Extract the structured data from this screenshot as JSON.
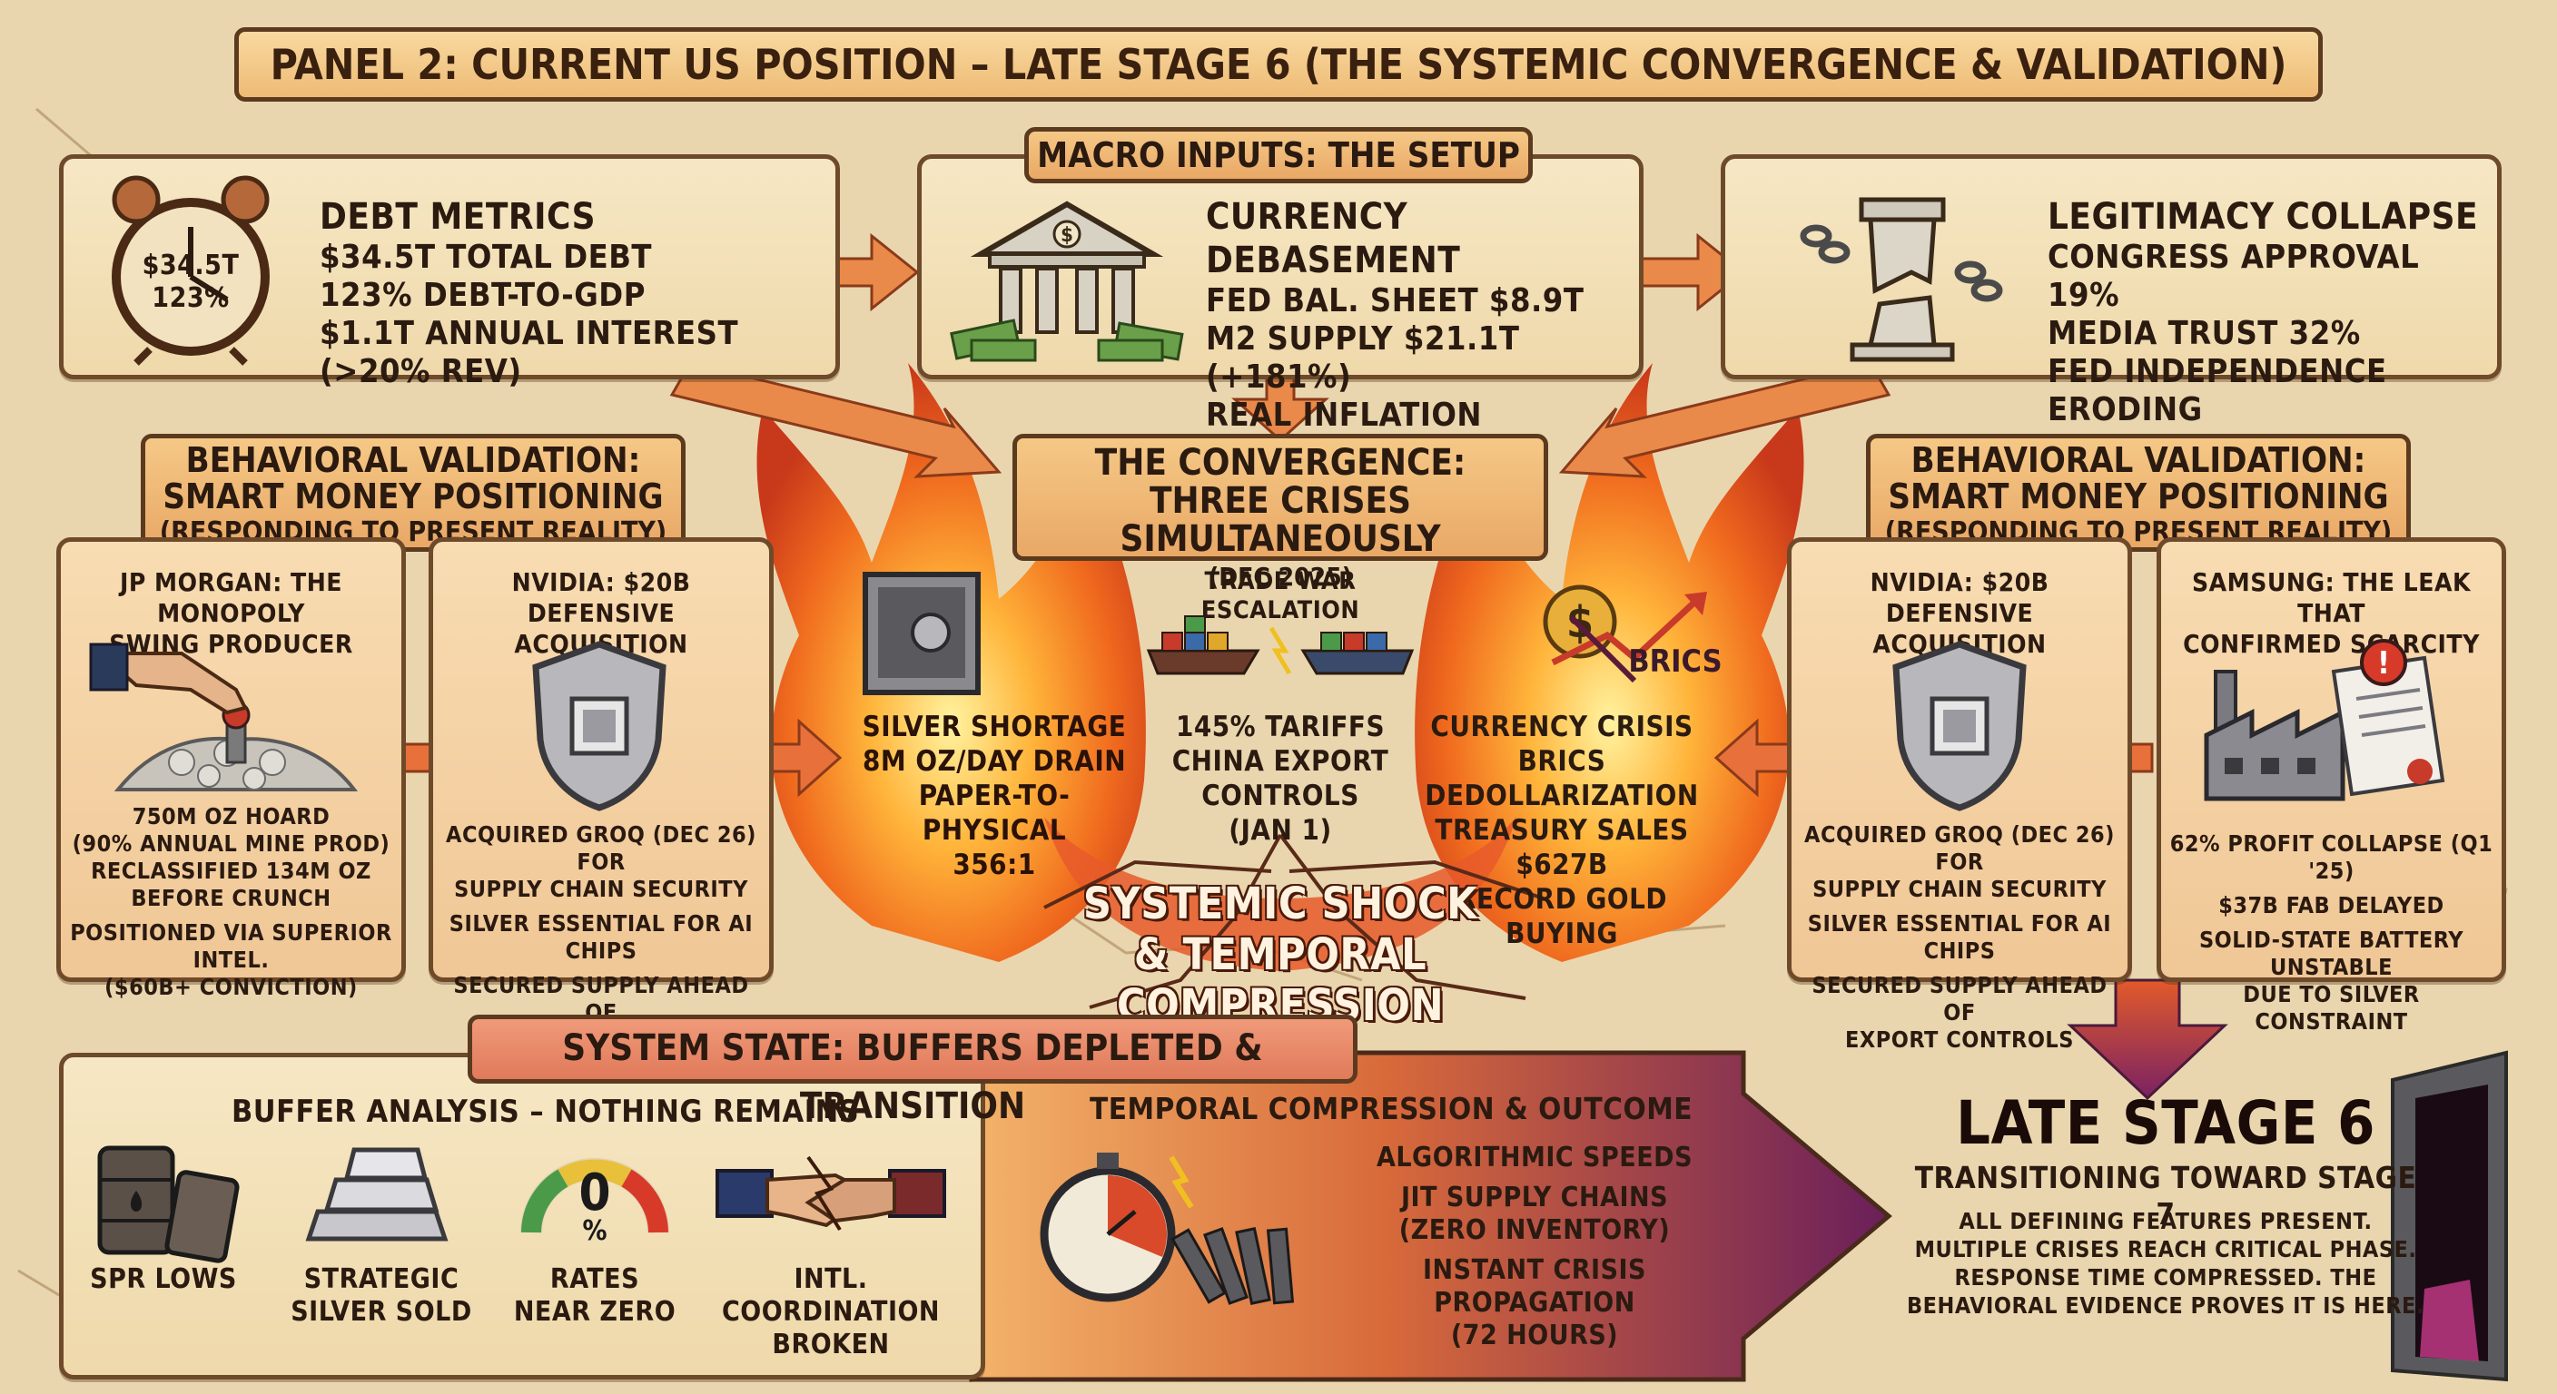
{
  "title": "PANEL 2: CURRENT US POSITION – LATE STAGE 6 (THE SYSTEMIC CONVERGENCE & VALIDATION)",
  "debt": {
    "heading": "DEBT METRICS",
    "lines": [
      "$34.5T TOTAL DEBT",
      "123% DEBT-TO-GDP",
      "$1.1T ANNUAL INTEREST (>20% REV)"
    ],
    "clock_line1": "$34.5T",
    "clock_line2": "123%"
  },
  "macro": {
    "label": "MACRO INPUTS: THE SETUP",
    "heading": "CURRENCY DEBASEMENT",
    "lines": [
      "FED BAL. SHEET $8.9T",
      "M2 SUPPLY $21.1T (+181%)",
      "REAL INFLATION SOARING"
    ],
    "bank_symbol": "$"
  },
  "legit": {
    "heading": "LEGITIMACY COLLAPSE",
    "lines": [
      "CONGRESS APPROVAL 19%",
      "MEDIA TRUST 32%",
      "FED INDEPENDENCE ERODING"
    ]
  },
  "behavioral": {
    "line1": "BEHAVIORAL VALIDATION:",
    "line2": "SMART MONEY POSITIONING",
    "line3": "(RESPONDING TO PRESENT REALITY)"
  },
  "jpm": {
    "title": [
      "JP MORGAN: THE MONOPOLY",
      "SWING PRODUCER"
    ],
    "lines": [
      "750M OZ HOARD",
      "(90% ANNUAL MINE PROD)",
      "RECLASSIFIED 134M OZ",
      "BEFORE CRUNCH",
      "POSITIONED VIA SUPERIOR INTEL.",
      "($60B+ CONVICTION)"
    ]
  },
  "nvidia": {
    "title": [
      "NVIDIA: $20B",
      "DEFENSIVE ACQUISITION"
    ],
    "lines": [
      "ACQUIRED GROQ (DEC 26) FOR",
      "SUPPLY CHAIN SECURITY",
      "SILVER ESSENTIAL FOR AI CHIPS",
      "SECURED SUPPLY AHEAD OF",
      "EXPORT CONTROLS"
    ]
  },
  "samsung": {
    "title": [
      "SAMSUNG: THE LEAK THAT",
      "CONFIRMED SCARCITY"
    ],
    "lines": [
      "62% PROFIT COLLAPSE (Q1 '25)",
      "$37B FAB DELAYED",
      "SOLID-STATE BATTERY UNSTABLE",
      "DUE TO SILVER CONSTRAINT"
    ]
  },
  "convergence": {
    "line1": "THE CONVERGENCE:",
    "line2": "THREE CRISES SIMULTANEOUSLY",
    "line3": "(DEC 2025)"
  },
  "silver": {
    "lines": [
      "SILVER SHORTAGE",
      "8M OZ/DAY DRAIN",
      "PAPER-TO-PHYSICAL",
      "356:1"
    ]
  },
  "trade": {
    "heading": "TRADE WAR ESCALATION",
    "lines": [
      "145% TARIFFS",
      "CHINA EXPORT",
      "CONTROLS",
      "(JAN 1)"
    ]
  },
  "currency": {
    "lines": [
      "CURRENCY CRISIS",
      "BRICS DEDOLLARIZATION",
      "TREASURY SALES $627B",
      "RECORD GOLD BUYING"
    ],
    "brics": "BRICS",
    "coin": "$"
  },
  "shock": {
    "line1": "SYSTEMIC SHOCK",
    "line2": "& TEMPORAL COMPRESSION"
  },
  "system": {
    "label": "SYSTEM STATE: BUFFERS DEPLETED & TRANSITION",
    "buffer_heading": "BUFFER ANALYSIS – NOTHING REMAINS",
    "items": [
      {
        "l1": "SPR LOWS",
        "l2": ""
      },
      {
        "l1": "STRATEGIC",
        "l2": "SILVER SOLD"
      },
      {
        "l1": "RATES",
        "l2": "NEAR ZERO"
      },
      {
        "l1": "INTL. COORDINATION",
        "l2": "BROKEN"
      }
    ],
    "gauge_value": "0",
    "gauge_unit": "%",
    "temporal_heading": "TEMPORAL COMPRESSION & OUTCOME",
    "temporal_lines": [
      "ALGORITHMIC SPEEDS",
      "JIT SUPPLY CHAINS",
      "(ZERO INVENTORY)",
      "INSTANT CRISIS PROPAGATION",
      "(72 HOURS)"
    ]
  },
  "late": {
    "heading": "LATE STAGE 6",
    "sub": "TRANSITIONING TOWARD STAGE 7",
    "lines": [
      "ALL DEFINING FEATURES PRESENT.",
      "MULTIPLE CRISES REACH CRITICAL PHASE.",
      "RESPONSE TIME COMPRESSED. THE",
      "BEHAVIORAL EVIDENCE PROVES IT IS HERE."
    ]
  },
  "colors": {
    "border": "#5b3a1f",
    "label": "#eeb676",
    "fire": "#f08a2a",
    "purple": "#6a1f5a"
  }
}
